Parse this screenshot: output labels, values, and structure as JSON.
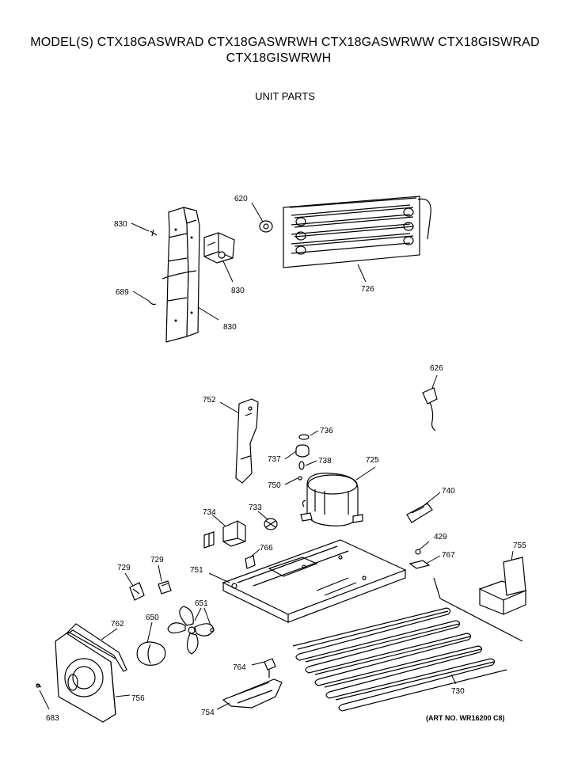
{
  "header": {
    "models_line1": "MODEL(S) CTX18GASWRAD  CTX18GASWRWH  CTX18GASWRWW  CTX18GISWRAD",
    "models_line2": "CTX18GISWRWH",
    "section": "UNIT PARTS"
  },
  "footer": {
    "art_no": "(ART NO. WR16200 C8)"
  },
  "callouts": [
    {
      "id": "c830a",
      "label": "830"
    },
    {
      "id": "c689",
      "label": "689"
    },
    {
      "id": "c830b",
      "label": "830"
    },
    {
      "id": "c830c",
      "label": "830"
    },
    {
      "id": "c620",
      "label": "620"
    },
    {
      "id": "c726",
      "label": "726"
    },
    {
      "id": "c626",
      "label": "626"
    },
    {
      "id": "c752",
      "label": "752"
    },
    {
      "id": "c736",
      "label": "736"
    },
    {
      "id": "c737",
      "label": "737"
    },
    {
      "id": "c738",
      "label": "738"
    },
    {
      "id": "c725",
      "label": "725"
    },
    {
      "id": "c750",
      "label": "750"
    },
    {
      "id": "c740",
      "label": "740"
    },
    {
      "id": "c734",
      "label": "734"
    },
    {
      "id": "c733",
      "label": "733"
    },
    {
      "id": "c429",
      "label": "429"
    },
    {
      "id": "c755",
      "label": "755"
    },
    {
      "id": "c766",
      "label": "766"
    },
    {
      "id": "c767",
      "label": "767"
    },
    {
      "id": "c729a",
      "label": "729"
    },
    {
      "id": "c729b",
      "label": "729"
    },
    {
      "id": "c751",
      "label": "751"
    },
    {
      "id": "c651",
      "label": "651"
    },
    {
      "id": "c762",
      "label": "762"
    },
    {
      "id": "c650",
      "label": "650"
    },
    {
      "id": "c764",
      "label": "764"
    },
    {
      "id": "c730",
      "label": "730"
    },
    {
      "id": "c756",
      "label": "756"
    },
    {
      "id": "c683",
      "label": "683"
    },
    {
      "id": "c754",
      "label": "754"
    }
  ]
}
